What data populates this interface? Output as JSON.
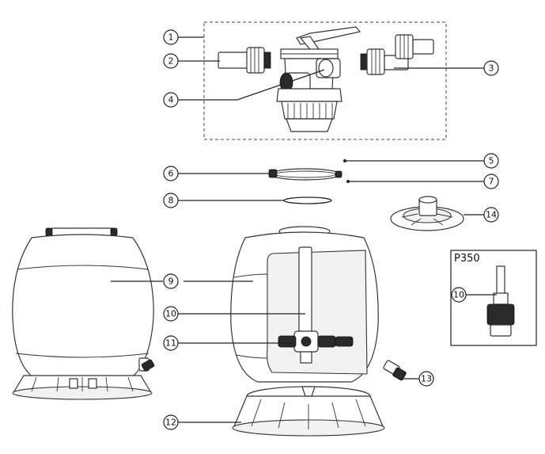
{
  "callouts": {
    "c1": "1",
    "c2": "2",
    "c3": "3",
    "c4": "4",
    "c5": "5",
    "c6": "6",
    "c7": "7",
    "c8": "8",
    "c9a": "9",
    "c10a": "10",
    "c10b": "10",
    "c11": "11",
    "c12": "12",
    "c13": "13",
    "c14": "14"
  },
  "inset": {
    "title": "P350"
  }
}
